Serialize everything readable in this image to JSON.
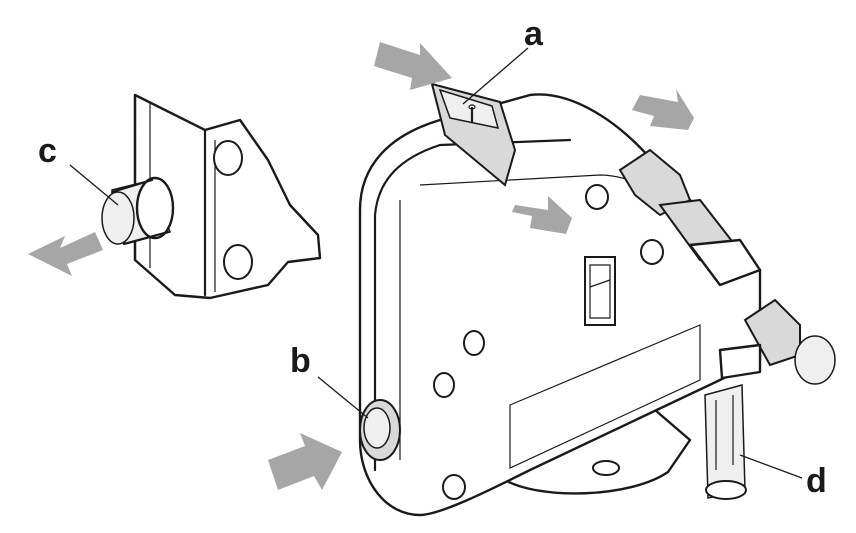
{
  "figure": {
    "labels": {
      "a": "a",
      "b": "b",
      "c": "c",
      "d": "d"
    },
    "colors": {
      "line": "#1a1a1a",
      "arrow": "#a6a6a6",
      "background": "#ffffff"
    }
  }
}
